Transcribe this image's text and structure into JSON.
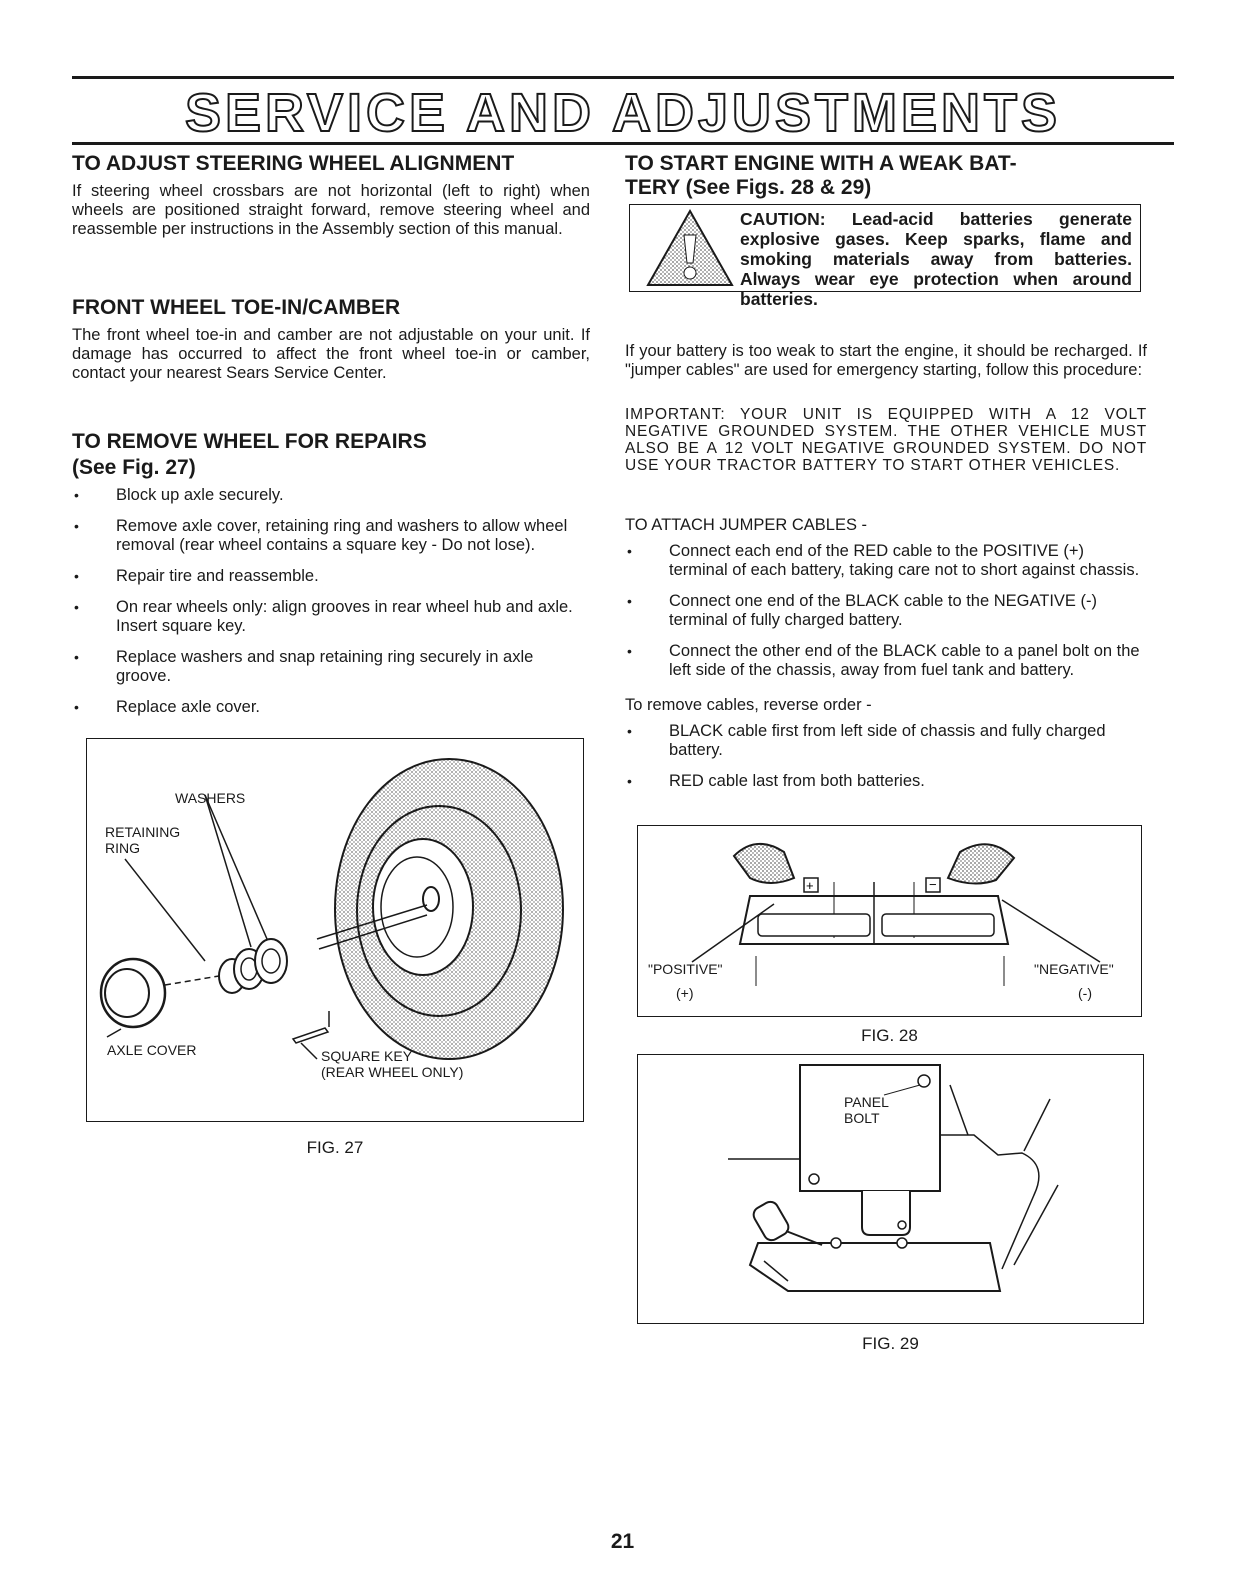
{
  "page": {
    "title": "SERVICE AND ADJUSTMENTS",
    "page_number": "21"
  },
  "left": {
    "steering": {
      "heading": "TO ADJUST STEERING WHEEL ALIGNMENT",
      "text": "If steering wheel crossbars are not horizontal (left to right) when wheels are positioned straight forward, remove steering wheel and reassemble per instructions in the Assembly section of this manual."
    },
    "toe": {
      "heading": "FRONT WHEEL TOE-IN/CAMBER",
      "text": "The front wheel toe-in and camber are not adjustable on your unit. If damage has occurred to affect the front wheel toe-in or camber, contact your nearest Sears Service Center."
    },
    "remove": {
      "heading": "TO REMOVE WHEEL FOR REPAIRS",
      "subheading": "(See Fig. 27)",
      "bullets": [
        "Block up axle securely.",
        "Remove axle cover, retaining ring and washers to allow wheel removal (rear wheel contains a square key - Do not lose).",
        "Repair tire and reassemble.",
        "On rear wheels only: align grooves in rear wheel hub and axle. Insert square key.",
        "Replace washers and snap retaining ring securely in axle groove.",
        "Replace axle cover."
      ]
    },
    "fig27": {
      "labels": {
        "washers": "WASHERS",
        "retaining_1": "RETAINING",
        "retaining_2": "RING",
        "axle_cover": "AXLE COVER",
        "square_key_1": "SQUARE KEY",
        "square_key_2": "(REAR WHEEL ONLY)"
      },
      "caption": "FIG. 27"
    }
  },
  "right": {
    "heading_1": "TO START ENGINE WITH A WEAK BAT-",
    "heading_2": "TERY (See Figs. 28 & 29)",
    "caution": "CAUTION: Lead-acid batteries generate explosive gases. Keep sparks, flame and smoking materials away from batteries. Always wear eye protection when around batteries.",
    "intro": "If your battery is too weak to start the engine, it should be recharged. If \"jumper cables\" are used for emergency starting, follow this procedure:",
    "important": "IMPORTANT: YOUR UNIT IS EQUIPPED WITH A 12 VOLT NEGATIVE GROUNDED SYSTEM. THE OTHER VEHICLE MUST ALSO BE A 12 VOLT NEGATIVE GROUNDED SYSTEM. DO NOT USE YOUR TRACTOR BATTERY TO START OTHER VEHICLES.",
    "attach_heading": "TO ATTACH JUMPER CABLES -",
    "attach_bullets": [
      "Connect each end of the RED cable to the POSITIVE (+) terminal of each battery, taking care not to short against chassis.",
      "Connect one end of the BLACK cable to the NEGATIVE (-) terminal of fully charged battery.",
      "Connect the other end of the BLACK cable to a panel bolt on the left side of the chassis, away from fuel tank and battery."
    ],
    "remove_heading": "To remove cables, reverse order -",
    "remove_bullets": [
      "BLACK cable first from left side of chassis and fully charged battery.",
      "RED cable last from both batteries."
    ],
    "fig28": {
      "positive": "\"POSITIVE\"",
      "positive_sign": "(+)",
      "negative": "\"NEGATIVE\"",
      "negative_sign": "(-)",
      "caption": "FIG. 28"
    },
    "fig29": {
      "panel": "PANEL",
      "bolt": "BOLT",
      "caption": "FIG. 29"
    }
  }
}
